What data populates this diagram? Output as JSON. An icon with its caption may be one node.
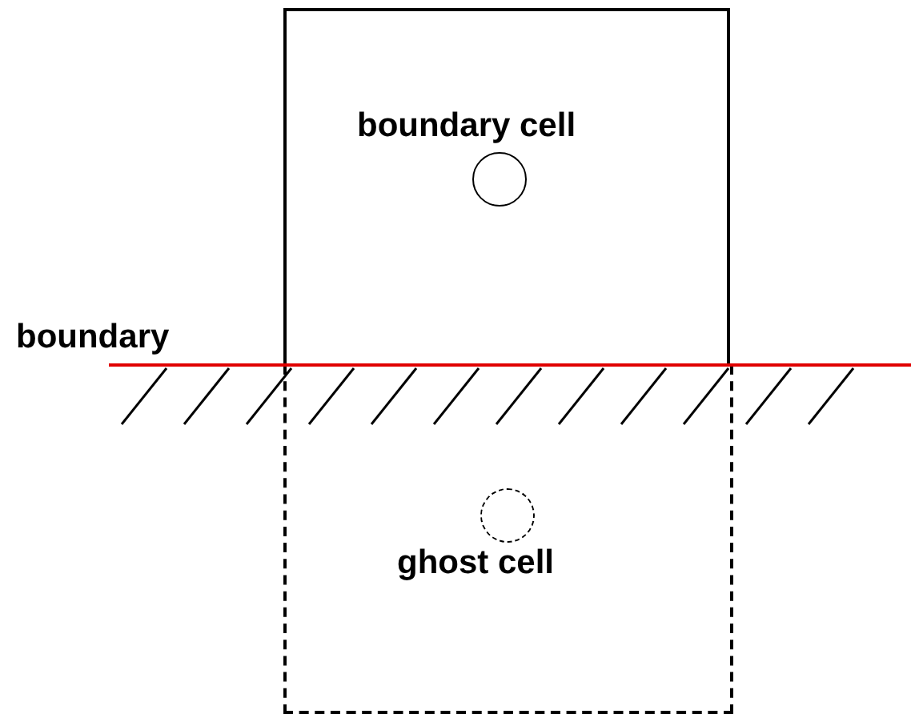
{
  "diagram": {
    "nodes": [
      {
        "text": [
          "boundary cell"
        ]
      },
      {
        "text": [],
        "shape": "circle",
        "in": 0
      },
      {
        "text": [
          "ghost cell"
        ]
      },
      {
        "text": [],
        "shape": "circle",
        "in": 2
      }
    ],
    "labels": [
      "boundary"
    ]
  }
}
